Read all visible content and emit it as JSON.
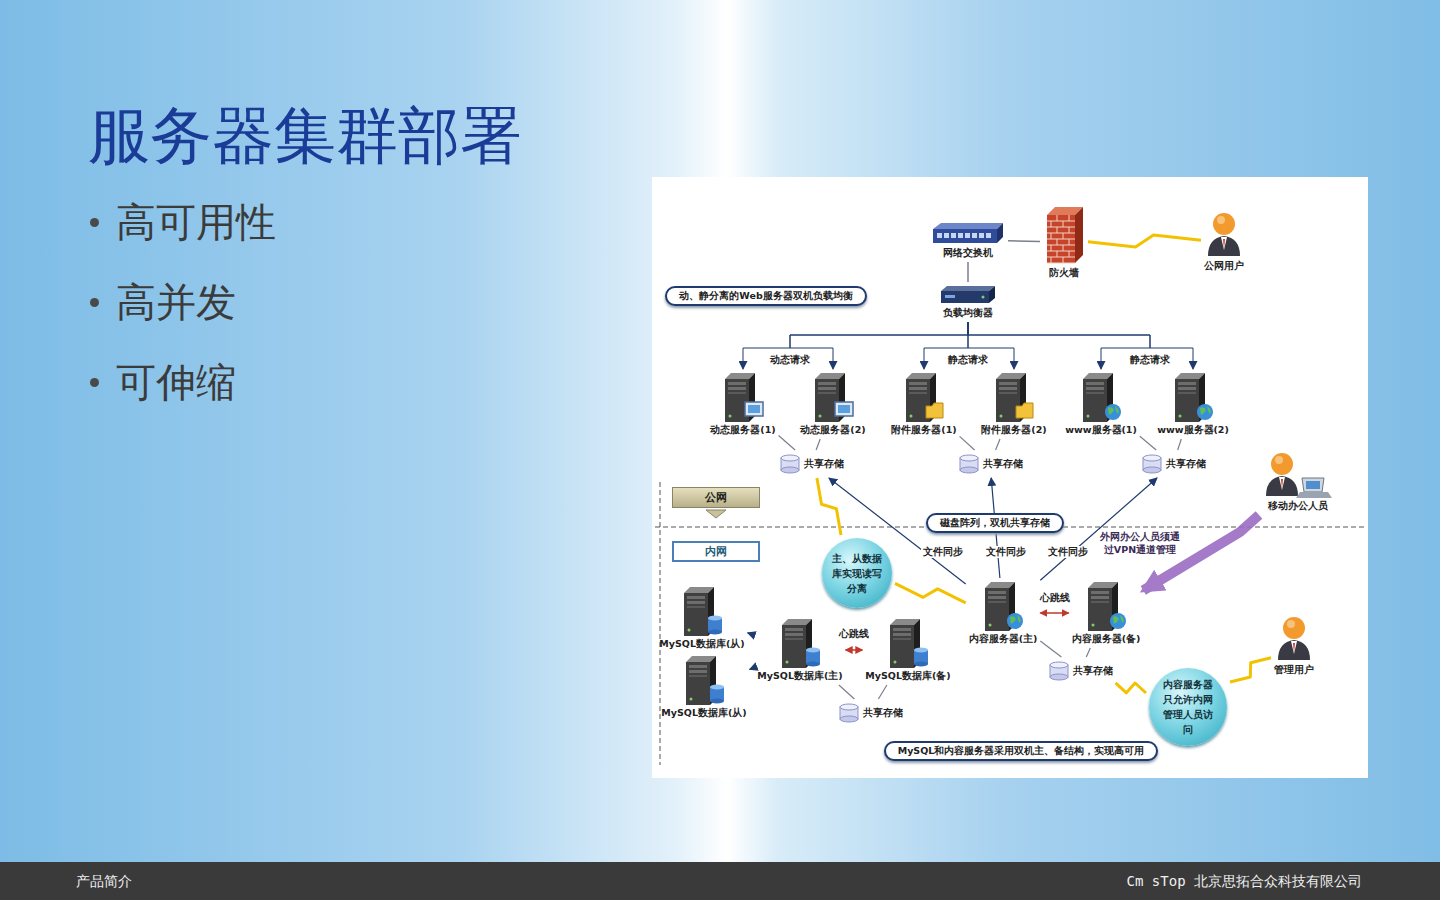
{
  "diagram": {
    "title": "服务器集群部署",
    "nodes": [
      {
        "text": [
          "网络交换机"
        ]
      },
      {
        "text": [
          "防火墙"
        ]
      },
      {
        "text": [
          "公网用户"
        ]
      },
      {
        "text": [
          "动、静分离的Web服务器双机负载均衡"
        ]
      },
      {
        "text": [
          "负载均衡器"
        ]
      },
      {
        "text": [
          "动态服务器(1)"
        ]
      },
      {
        "text": [
          "动态服务器(2)"
        ]
      },
      {
        "text": [
          "附件服务器(1)"
        ]
      },
      {
        "text": [
          "附件服务器(2)"
        ]
      },
      {
        "text": [
          "www服务器(1)"
        ]
      },
      {
        "text": [
          "www服务器(2)"
        ]
      },
      {
        "text": [
          "共享存储"
        ]
      },
      {
        "text": [
          "共享存储"
        ]
      },
      {
        "text": [
          "共享存储"
        ]
      },
      {
        "text": [
          "公网"
        ]
      },
      {
        "text": [
          "内网"
        ]
      },
      {
        "text": [
          "磁盘阵列，双机共享存储"
        ]
      },
      {
        "text": [
          "主、从数据库实现读写分离"
        ]
      },
      {
        "text": [
          "移动办公人员"
        ]
      },
      {
        "text": [
          "MySQL数据库(从)"
        ]
      },
      {
        "text": [
          "MySQL数据库(从)"
        ]
      },
      {
        "text": [
          "MySQL数据库(主)"
        ]
      },
      {
        "text": [
          "MySQL数据库(备)"
        ]
      },
      {
        "text": [
          "共享存储"
        ]
      },
      {
        "text": [
          "内容服务器(主)"
        ]
      },
      {
        "text": [
          "内容服务器(备)"
        ]
      },
      {
        "text": [
          "共享存储"
        ]
      },
      {
        "text": [
          "内容服务器只允许内网管理人员访问"
        ]
      },
      {
        "text": [
          "管理用户"
        ]
      },
      {
        "text": [
          "MySQL和内容服务器采用双机主、备结构，实现高可用"
        ]
      }
    ],
    "edges": [
      {
        "from": 0,
        "to": 1,
        "arrow": "none"
      },
      {
        "from": 1,
        "to": 2,
        "arrow": "none"
      },
      {
        "from": 0,
        "to": 4,
        "arrow": "none"
      },
      {
        "from": 4,
        "to": 5,
        "arrow": "to"
      },
      {
        "from": 4,
        "to": 6,
        "arrow": "to"
      },
      {
        "from": 4,
        "to": 7,
        "arrow": "to"
      },
      {
        "from": 4,
        "to": 8,
        "arrow": "to"
      },
      {
        "from": 4,
        "to": 9,
        "arrow": "to"
      },
      {
        "from": 4,
        "to": 10,
        "arrow": "to"
      },
      {
        "from": 5,
        "to": 11,
        "arrow": "none"
      },
      {
        "from": 6,
        "to": 11,
        "arrow": "none"
      },
      {
        "from": 7,
        "to": 12,
        "arrow": "none"
      },
      {
        "from": 8,
        "to": 12,
        "arrow": "none"
      },
      {
        "from": 9,
        "to": 13,
        "arrow": "none"
      },
      {
        "from": 10,
        "to": 13,
        "arrow": "none"
      },
      {
        "from": 24,
        "to": 11,
        "label": "文件同步",
        "arrow": "to"
      },
      {
        "from": 24,
        "to": 12,
        "label": "文件同步",
        "arrow": "to"
      },
      {
        "from": 24,
        "to": 13,
        "label": "文件同步",
        "arrow": "to"
      },
      {
        "from": 17,
        "to": 11,
        "arrow": "none"
      },
      {
        "from": 17,
        "to": 24,
        "arrow": "none"
      },
      {
        "from": 18,
        "to": 25,
        "label": "外网办公人员须通过VPN通道管理",
        "arrow": "to"
      },
      {
        "from": 24,
        "to": 25,
        "label": "心跳线",
        "arrow": "both"
      },
      {
        "from": 21,
        "to": 19,
        "arrow": "to"
      },
      {
        "from": 21,
        "to": 20,
        "arrow": "to"
      },
      {
        "from": 21,
        "to": 22,
        "label": "心跳线",
        "arrow": "both"
      },
      {
        "from": 21,
        "to": 23,
        "arrow": "none"
      },
      {
        "from": 22,
        "to": 23,
        "arrow": "none"
      },
      {
        "from": 24,
        "to": 26,
        "arrow": "none"
      },
      {
        "from": 25,
        "to": 26,
        "arrow": "none"
      },
      {
        "from": 26,
        "to": 27,
        "arrow": "none"
      },
      {
        "from": 27,
        "to": 28,
        "arrow": "none"
      }
    ],
    "labels": [
      "动态请求",
      "静态请求",
      "静态请求",
      "高可用性",
      "高并发",
      "可伸缩",
      "产品简介",
      "Cm sTop 北京思拓合众科技有限公司"
    ]
  }
}
